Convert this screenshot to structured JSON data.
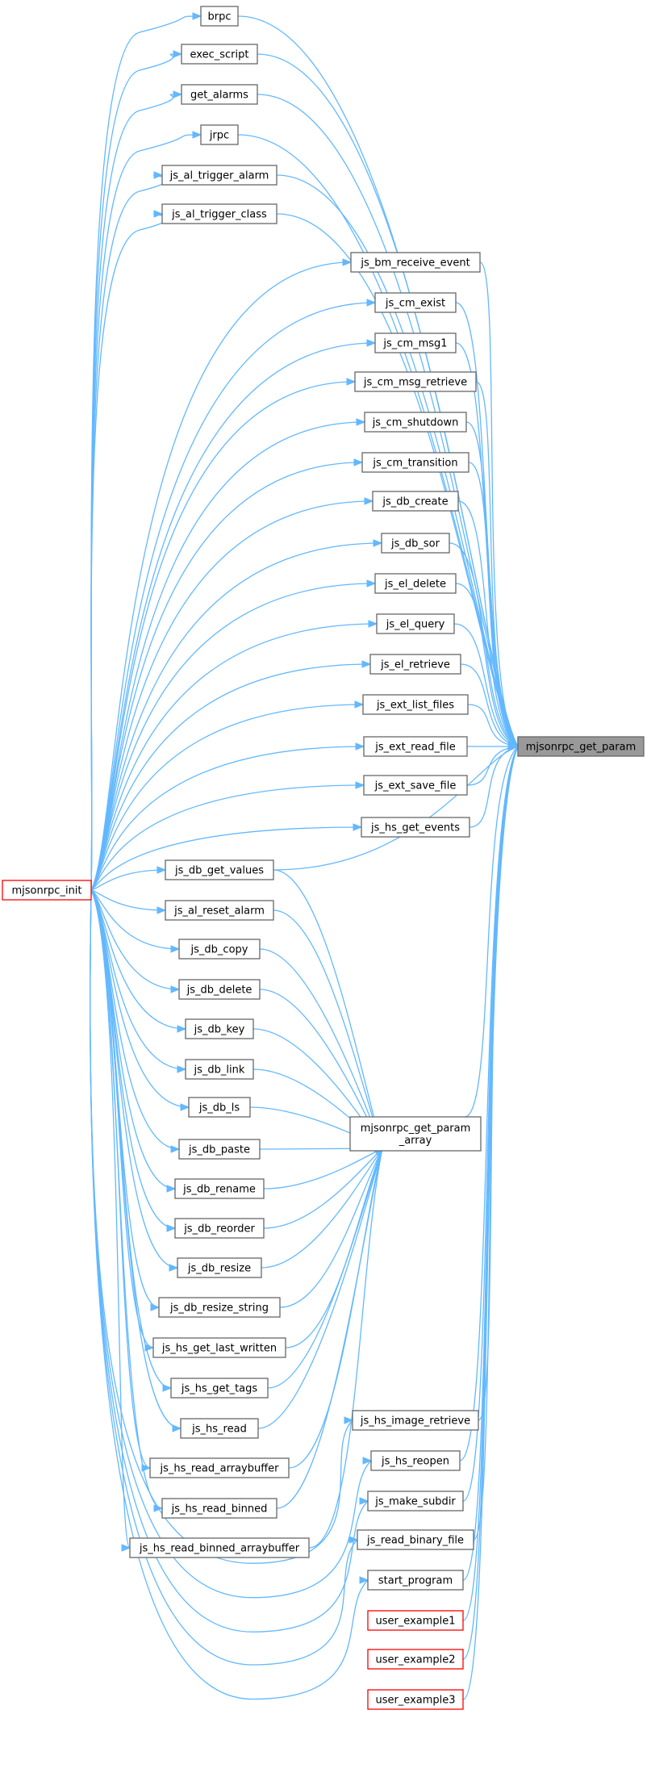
{
  "diagram": {
    "kind": "call-graph",
    "edge_color": "#63b8ff",
    "highlight_fill": "#999999",
    "warning_border": "#ff0000",
    "target": {
      "id": "target",
      "label": "mjsonrpc_get_param"
    },
    "array_node": {
      "id": "arr",
      "label_lines": [
        "mjsonrpc_get_param",
        "_array"
      ]
    },
    "init_node": {
      "id": "init",
      "label": "mjsonrpc_init",
      "border": "red"
    },
    "nodes": [
      {
        "id": "brpc",
        "label": "brpc"
      },
      {
        "id": "exec_script",
        "label": "exec_script"
      },
      {
        "id": "get_alarms",
        "label": "get_alarms"
      },
      {
        "id": "jrpc",
        "label": "jrpc"
      },
      {
        "id": "js_al_trigger_alarm",
        "label": "js_al_trigger_alarm"
      },
      {
        "id": "js_al_trigger_class",
        "label": "js_al_trigger_class"
      },
      {
        "id": "js_bm_receive_event",
        "label": "js_bm_receive_event"
      },
      {
        "id": "js_cm_exist",
        "label": "js_cm_exist"
      },
      {
        "id": "js_cm_msg1",
        "label": "js_cm_msg1"
      },
      {
        "id": "js_cm_msg_retrieve",
        "label": "js_cm_msg_retrieve"
      },
      {
        "id": "js_cm_shutdown",
        "label": "js_cm_shutdown"
      },
      {
        "id": "js_cm_transition",
        "label": "js_cm_transition"
      },
      {
        "id": "js_db_create",
        "label": "js_db_create"
      },
      {
        "id": "js_db_sor",
        "label": "js_db_sor"
      },
      {
        "id": "js_el_delete",
        "label": "js_el_delete"
      },
      {
        "id": "js_el_query",
        "label": "js_el_query"
      },
      {
        "id": "js_el_retrieve",
        "label": "js_el_retrieve"
      },
      {
        "id": "js_ext_list_files",
        "label": "js_ext_list_files"
      },
      {
        "id": "js_ext_read_file",
        "label": "js_ext_read_file"
      },
      {
        "id": "js_ext_save_file",
        "label": "js_ext_save_file"
      },
      {
        "id": "js_hs_get_events",
        "label": "js_hs_get_events"
      },
      {
        "id": "js_db_get_values",
        "label": "js_db_get_values"
      },
      {
        "id": "js_al_reset_alarm",
        "label": "js_al_reset_alarm"
      },
      {
        "id": "js_db_copy",
        "label": "js_db_copy"
      },
      {
        "id": "js_db_delete",
        "label": "js_db_delete"
      },
      {
        "id": "js_db_key",
        "label": "js_db_key"
      },
      {
        "id": "js_db_link",
        "label": "js_db_link"
      },
      {
        "id": "js_db_ls",
        "label": "js_db_ls"
      },
      {
        "id": "js_db_paste",
        "label": "js_db_paste"
      },
      {
        "id": "js_db_rename",
        "label": "js_db_rename"
      },
      {
        "id": "js_db_reorder",
        "label": "js_db_reorder"
      },
      {
        "id": "js_db_resize",
        "label": "js_db_resize"
      },
      {
        "id": "js_db_resize_string",
        "label": "js_db_resize_string"
      },
      {
        "id": "js_hs_get_last_written",
        "label": "js_hs_get_last_written"
      },
      {
        "id": "js_hs_get_tags",
        "label": "js_hs_get_tags"
      },
      {
        "id": "js_hs_read",
        "label": "js_hs_read"
      },
      {
        "id": "js_hs_read_arraybuffer",
        "label": "js_hs_read_arraybuffer"
      },
      {
        "id": "js_hs_read_binned",
        "label": "js_hs_read_binned"
      },
      {
        "id": "js_hs_read_binned_arraybuffer",
        "label": "js_hs_read_binned_arraybuffer"
      },
      {
        "id": "js_hs_image_retrieve",
        "label": "js_hs_image_retrieve"
      },
      {
        "id": "js_hs_reopen",
        "label": "js_hs_reopen"
      },
      {
        "id": "js_make_subdir",
        "label": "js_make_subdir"
      },
      {
        "id": "js_read_binary_file",
        "label": "js_read_binary_file"
      },
      {
        "id": "start_program",
        "label": "start_program"
      },
      {
        "id": "user_example1",
        "label": "user_example1",
        "border": "red"
      },
      {
        "id": "user_example2",
        "label": "user_example2",
        "border": "red"
      },
      {
        "id": "user_example3",
        "label": "user_example3",
        "border": "red"
      }
    ],
    "edges": [
      [
        "init",
        "brpc"
      ],
      [
        "init",
        "exec_script"
      ],
      [
        "init",
        "get_alarms"
      ],
      [
        "init",
        "jrpc"
      ],
      [
        "init",
        "js_al_trigger_alarm"
      ],
      [
        "init",
        "js_al_trigger_class"
      ],
      [
        "init",
        "js_bm_receive_event"
      ],
      [
        "init",
        "js_cm_exist"
      ],
      [
        "init",
        "js_cm_msg1"
      ],
      [
        "init",
        "js_cm_msg_retrieve"
      ],
      [
        "init",
        "js_cm_shutdown"
      ],
      [
        "init",
        "js_cm_transition"
      ],
      [
        "init",
        "js_db_create"
      ],
      [
        "init",
        "js_db_sor"
      ],
      [
        "init",
        "js_el_delete"
      ],
      [
        "init",
        "js_el_query"
      ],
      [
        "init",
        "js_el_retrieve"
      ],
      [
        "init",
        "js_ext_list_files"
      ],
      [
        "init",
        "js_ext_read_file"
      ],
      [
        "init",
        "js_ext_save_file"
      ],
      [
        "init",
        "js_hs_get_events"
      ],
      [
        "init",
        "js_db_get_values"
      ],
      [
        "init",
        "js_al_reset_alarm"
      ],
      [
        "init",
        "js_db_copy"
      ],
      [
        "init",
        "js_db_delete"
      ],
      [
        "init",
        "js_db_key"
      ],
      [
        "init",
        "js_db_link"
      ],
      [
        "init",
        "js_db_ls"
      ],
      [
        "init",
        "js_db_paste"
      ],
      [
        "init",
        "js_db_rename"
      ],
      [
        "init",
        "js_db_reorder"
      ],
      [
        "init",
        "js_db_resize"
      ],
      [
        "init",
        "js_db_resize_string"
      ],
      [
        "init",
        "js_hs_get_last_written"
      ],
      [
        "init",
        "js_hs_get_tags"
      ],
      [
        "init",
        "js_hs_read"
      ],
      [
        "init",
        "js_hs_read_arraybuffer"
      ],
      [
        "init",
        "js_hs_read_binned"
      ],
      [
        "init",
        "js_hs_read_binned_arraybuffer"
      ],
      [
        "init",
        "js_hs_image_retrieve"
      ],
      [
        "init",
        "js_hs_reopen"
      ],
      [
        "init",
        "js_make_subdir"
      ],
      [
        "init",
        "js_read_binary_file"
      ],
      [
        "init",
        "start_program"
      ],
      [
        "brpc",
        "target"
      ],
      [
        "exec_script",
        "target"
      ],
      [
        "get_alarms",
        "target"
      ],
      [
        "jrpc",
        "target"
      ],
      [
        "js_al_trigger_alarm",
        "target"
      ],
      [
        "js_al_trigger_class",
        "target"
      ],
      [
        "js_bm_receive_event",
        "target"
      ],
      [
        "js_cm_exist",
        "target"
      ],
      [
        "js_cm_msg1",
        "target"
      ],
      [
        "js_cm_msg_retrieve",
        "target"
      ],
      [
        "js_cm_shutdown",
        "target"
      ],
      [
        "js_cm_transition",
        "target"
      ],
      [
        "js_db_create",
        "target"
      ],
      [
        "js_db_sor",
        "target"
      ],
      [
        "js_el_delete",
        "target"
      ],
      [
        "js_el_query",
        "target"
      ],
      [
        "js_el_retrieve",
        "target"
      ],
      [
        "js_ext_list_files",
        "target"
      ],
      [
        "js_ext_read_file",
        "target"
      ],
      [
        "js_ext_save_file",
        "target"
      ],
      [
        "js_hs_get_events",
        "target"
      ],
      [
        "js_db_get_values",
        "target"
      ],
      [
        "js_hs_image_retrieve",
        "target"
      ],
      [
        "js_hs_reopen",
        "target"
      ],
      [
        "js_make_subdir",
        "target"
      ],
      [
        "js_read_binary_file",
        "target"
      ],
      [
        "start_program",
        "target"
      ],
      [
        "user_example1",
        "target"
      ],
      [
        "user_example2",
        "target"
      ],
      [
        "user_example3",
        "target"
      ],
      [
        "arr",
        "target"
      ],
      [
        "js_db_get_values",
        "arr"
      ],
      [
        "js_al_reset_alarm",
        "arr"
      ],
      [
        "js_db_copy",
        "arr"
      ],
      [
        "js_db_delete",
        "arr"
      ],
      [
        "js_db_key",
        "arr"
      ],
      [
        "js_db_link",
        "arr"
      ],
      [
        "js_db_ls",
        "arr"
      ],
      [
        "js_db_paste",
        "arr"
      ],
      [
        "js_db_rename",
        "arr"
      ],
      [
        "js_db_reorder",
        "arr"
      ],
      [
        "js_db_resize",
        "arr"
      ],
      [
        "js_db_resize_string",
        "arr"
      ],
      [
        "js_hs_get_last_written",
        "arr"
      ],
      [
        "js_hs_get_tags",
        "arr"
      ],
      [
        "js_hs_read",
        "arr"
      ],
      [
        "js_hs_read_arraybuffer",
        "arr"
      ],
      [
        "js_hs_read_binned",
        "arr"
      ],
      [
        "js_hs_read_binned_arraybuffer",
        "arr"
      ]
    ]
  }
}
